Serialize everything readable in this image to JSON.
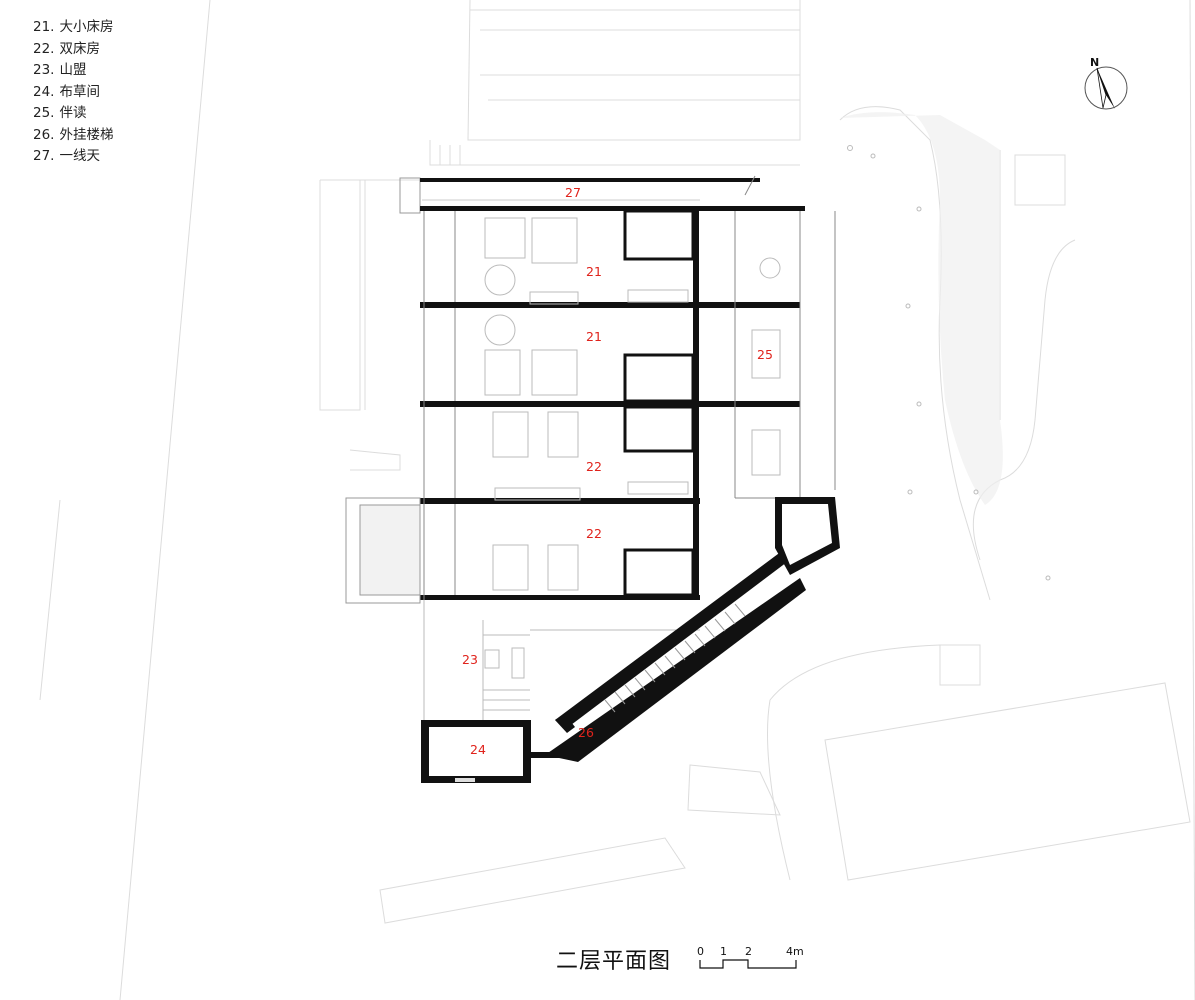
{
  "legend": [
    {
      "num": "21.",
      "name": "大小床房"
    },
    {
      "num": "22.",
      "name": "双床房"
    },
    {
      "num": "23.",
      "name": "山盟"
    },
    {
      "num": "24.",
      "name": "布草间"
    },
    {
      "num": "25.",
      "name": "伴读"
    },
    {
      "num": "26.",
      "name": "外挂楼梯"
    },
    {
      "num": "27.",
      "name": "一线天"
    }
  ],
  "labels": {
    "l27": "27",
    "l21a": "21",
    "l21b": "21",
    "l22a": "22",
    "l22b": "22",
    "l25": "25",
    "l23": "23",
    "l24": "24",
    "l26": "26"
  },
  "title": "二层平面图",
  "scale": {
    "t0": "0",
    "t1": "1",
    "t2": "2",
    "t4": "4m"
  },
  "north": "N",
  "colors": {
    "wall": "#111111",
    "context_line": "#d9d9d9",
    "label": "#e0231c"
  }
}
